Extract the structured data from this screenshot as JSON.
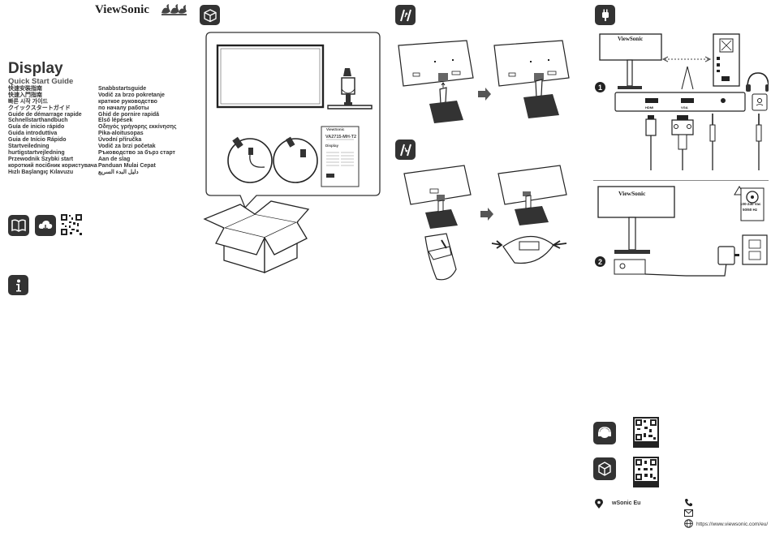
{
  "header": {
    "brand": "ViewSonic"
  },
  "cover": {
    "title": "Display",
    "subtitle": "Quick Start Guide",
    "languages_left": [
      "快速安裝指南",
      "快速入門指南",
      "빠른 시작 가이드",
      "クイックスタートガイド",
      "Guide de démarrage rapide",
      "Schnellstarthandbuch",
      "Guía de inicio rápido",
      "Guida introduttiva",
      "Guia de Início Rápido",
      "Startveiledning",
      "hurtigstartvejledning",
      "Przewodnik Szybki start",
      "короткий посібник користувача",
      "Hızlı Başlangıç Kılavuzu"
    ],
    "languages_right": [
      "Snabbstartsguide",
      "Vodič za brzo pokretanje",
      "краткое руководство",
      "по началу работы",
      "Ghid de pornire rapidă",
      "Első lépések",
      "Οδηγός γρήγορης εκκίνησης",
      "Pika-aloitusopas",
      "Úvodní příručka",
      "Vodič za brzi početak",
      "Ръководство за бърз старт",
      "Aan de slag",
      "Panduan Mulai Cepat",
      "دليل البدء السريع"
    ]
  },
  "box_contents": {
    "model": "VA2715-MH-T2",
    "card_brand": "ViewSonic",
    "card_heading": "Display"
  },
  "connections": {
    "monitor_brand": "ViewSonic",
    "port_hdmi": "HDMI",
    "port_vga": "VGA",
    "power_spec_voltage": "100-240 Vac",
    "power_spec_freq": "50/60 Hz"
  },
  "footer": {
    "company": "wSonic Eu",
    "url": "https://www.viewsonic.com/eu/"
  },
  "icons": [
    "box-icon",
    "stand-install-icon",
    "stand-remove-icon",
    "plug-icon",
    "info-icon",
    "book-icon",
    "cloud-download-icon",
    "support-icon",
    "product-icon",
    "location-icon",
    "phone-icon",
    "mail-icon",
    "globe-icon"
  ]
}
